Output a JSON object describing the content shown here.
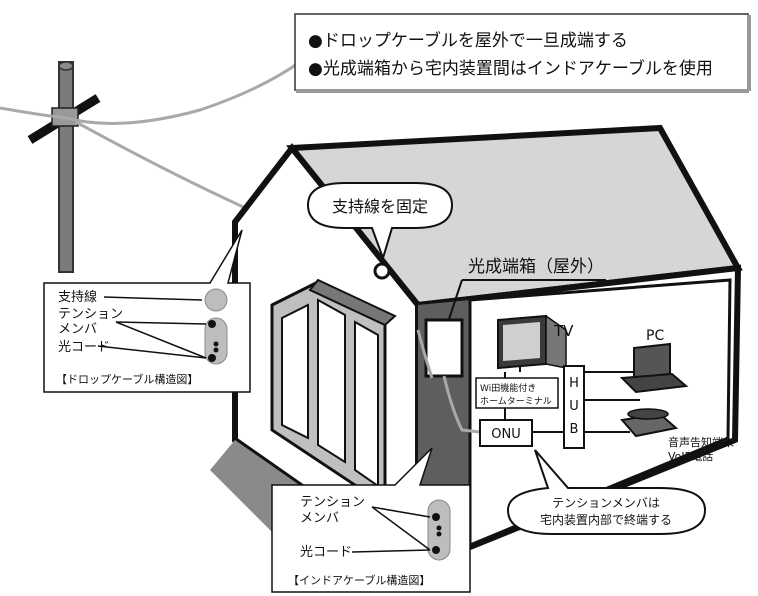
{
  "notes": {
    "line1": "●ドロップケーブルを屋外で一旦成端する",
    "line2": "●光成端箱から宅内装置間はインドアケーブルを使用"
  },
  "callout_fixing": "支持線を固定",
  "label_termination_box": "光成端箱（屋外）",
  "tv_label": "TV",
  "pc_label": "PC",
  "home_terminal_line1": "Wi田機能付き",
  "home_terminal_line2": "ホームターミナル",
  "hub_letters": [
    "H",
    "U",
    "B"
  ],
  "onu_label": "ONU",
  "phone_label_line1": "音声告知端末",
  "phone_label_line2": "VoIP電話",
  "callout_tension": {
    "line1": "テンションメンバは",
    "line2": "宅内装置内部で終端する"
  },
  "drop_cable_diagram": {
    "support_line": "支持線",
    "tension_member_line1": "テンション",
    "tension_member_line2": "メンバ",
    "optical_cord": "光コード",
    "caption": "【ドロップケーブル構造図】"
  },
  "indoor_cable_diagram": {
    "tension_member_line1": "テンション",
    "tension_member_line2": "メンバ",
    "optical_cord": "光コード",
    "caption": "【インドアケーブル構造図】"
  },
  "colors": {
    "outline": "#111111",
    "roof": "#d9d9d9",
    "wall_shadow": "#7a7a7a",
    "pole": "#7b7b7b",
    "cable": "#a9a9a9",
    "callout_fill": "#ffffff"
  }
}
